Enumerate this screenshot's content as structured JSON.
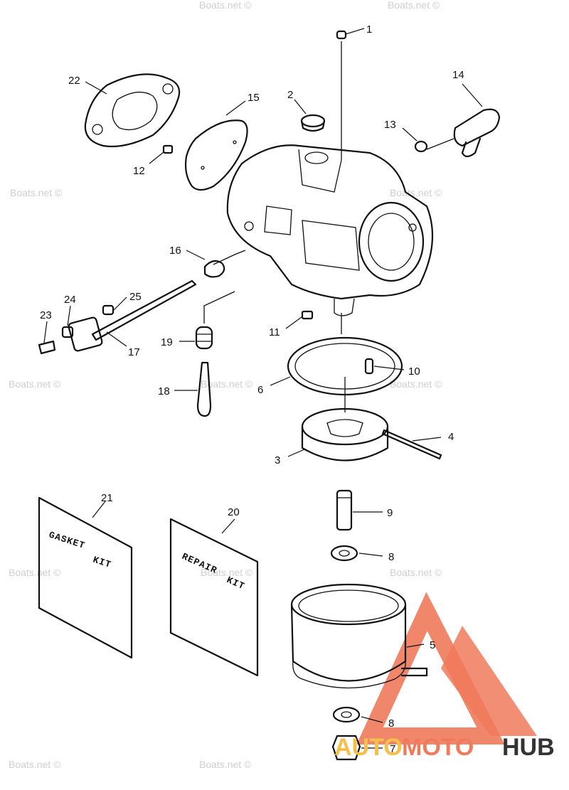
{
  "watermark": "Boats.net ©",
  "callouts": [
    "1",
    "2",
    "3",
    "4",
    "5",
    "6",
    "7",
    "8",
    "9",
    "10",
    "11",
    "12",
    "13",
    "14",
    "15",
    "16",
    "17",
    "18",
    "19",
    "20",
    "21",
    "22",
    "23",
    "24",
    "25"
  ],
  "callout_8b": "8",
  "kits": {
    "gasket_line1": "GASKET",
    "gasket_line2": "KIT",
    "repair_line1": "REPAIR",
    "repair_line2": "KIT"
  },
  "logo": {
    "part1": "AUTO",
    "part2": "MOTO",
    "part3": "HUB",
    "color_primary": "#f07a5a",
    "color_secondary": "#f5c04a",
    "color_dark": "#333333"
  }
}
